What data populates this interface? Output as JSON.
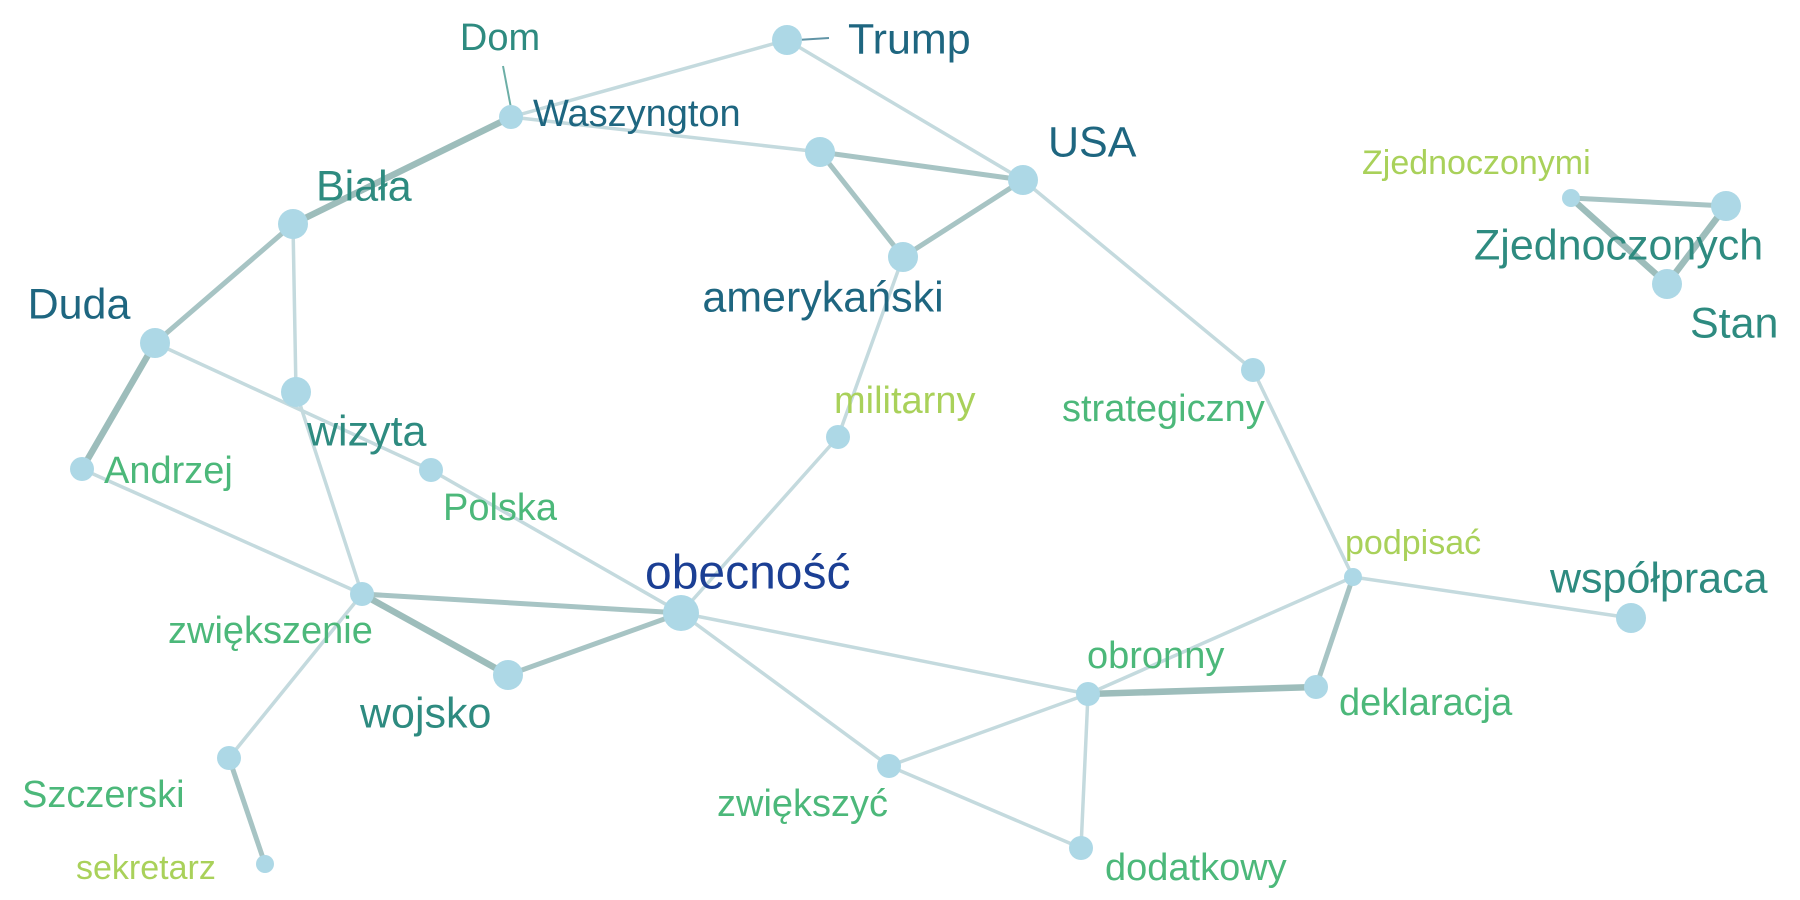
{
  "graph": {
    "node_color": "#add8e6",
    "nodes": [
      {
        "id": "trump",
        "label": "Trump",
        "color": "#1e6680",
        "weight": 3
      },
      {
        "id": "dom",
        "label": "Dom",
        "color": "#2e8b80",
        "weight": 2
      },
      {
        "id": "waszyngton",
        "label": "Waszyngton",
        "color": "#1e6680",
        "weight": 2
      },
      {
        "id": "usa",
        "label": "USA",
        "color": "#1e6680",
        "weight": 3
      },
      {
        "id": "biala",
        "label": "Biała",
        "color": "#2e8b80",
        "weight": 3
      },
      {
        "id": "amerykanski",
        "label": "amerykański",
        "color": "#1e6680",
        "weight": 3
      },
      {
        "id": "us_junction",
        "label": "",
        "color": "#1e6680",
        "weight": 3
      },
      {
        "id": "duda",
        "label": "Duda",
        "color": "#1e6680",
        "weight": 3
      },
      {
        "id": "wizyta",
        "label": "wizyta",
        "color": "#2e8b80",
        "weight": 3
      },
      {
        "id": "andrzej",
        "label": "Andrzej",
        "color": "#4cb87a",
        "weight": 2
      },
      {
        "id": "polska",
        "label": "Polska",
        "color": "#4cb87a",
        "weight": 2
      },
      {
        "id": "militarny",
        "label": "militarny",
        "color": "#a9d15a",
        "weight": 2
      },
      {
        "id": "obecnosc",
        "label": "obecność",
        "color": "#1b3f94",
        "weight": 4
      },
      {
        "id": "zwiekszenie",
        "label": "zwiększenie",
        "color": "#4cb87a",
        "weight": 2
      },
      {
        "id": "wojsko",
        "label": "wojsko",
        "color": "#2e8b80",
        "weight": 3
      },
      {
        "id": "szczerski",
        "label": "Szczerski",
        "color": "#4cb87a",
        "weight": 2
      },
      {
        "id": "sekretarz",
        "label": "sekretarz",
        "color": "#a9d15a",
        "weight": 1
      },
      {
        "id": "zwiekszyc",
        "label": "zwiększyć",
        "color": "#4cb87a",
        "weight": 2
      },
      {
        "id": "obronny",
        "label": "obronny",
        "color": "#4cb87a",
        "weight": 2
      },
      {
        "id": "dodatkowy",
        "label": "dodatkowy",
        "color": "#4cb87a",
        "weight": 2
      },
      {
        "id": "deklaracja",
        "label": "deklaracja",
        "color": "#4cb87a",
        "weight": 2
      },
      {
        "id": "podpisac",
        "label": "podpisać",
        "color": "#a9d15a",
        "weight": 1
      },
      {
        "id": "strategiczny",
        "label": "strategiczny",
        "color": "#4cb87a",
        "weight": 2
      },
      {
        "id": "wspolpraca",
        "label": "współpraca",
        "color": "#2e8b80",
        "weight": 3
      },
      {
        "id": "zjednoczonymi",
        "label": "Zjednoczonymi",
        "color": "#a9d15a",
        "weight": 1
      },
      {
        "id": "zjednoczonych",
        "label": "Zjednoczonych",
        "color": "#2e8b80",
        "weight": 3
      },
      {
        "id": "stan",
        "label": "Stan",
        "color": "#2e8b80",
        "weight": 3
      }
    ],
    "edges": [
      {
        "source": "trump",
        "target": "waszyngton",
        "strength": 1
      },
      {
        "source": "trump",
        "target": "usa",
        "strength": 1
      },
      {
        "source": "dom",
        "target": "waszyngton",
        "strength": 2
      },
      {
        "source": "waszyngton",
        "target": "biala",
        "strength": 3
      },
      {
        "source": "waszyngton",
        "target": "us_junction",
        "strength": 1
      },
      {
        "source": "us_junction",
        "target": "usa",
        "strength": 2
      },
      {
        "source": "us_junction",
        "target": "amerykanski",
        "strength": 2
      },
      {
        "source": "usa",
        "target": "amerykanski",
        "strength": 2
      },
      {
        "source": "usa",
        "target": "strategiczny",
        "strength": 1
      },
      {
        "source": "amerykanski",
        "target": "militarny",
        "strength": 1
      },
      {
        "source": "biala",
        "target": "duda",
        "strength": 2
      },
      {
        "source": "biala",
        "target": "wizyta",
        "strength": 1
      },
      {
        "source": "duda",
        "target": "andrzej",
        "strength": 3
      },
      {
        "source": "duda",
        "target": "polska",
        "strength": 1
      },
      {
        "source": "wizyta",
        "target": "zwiekszenie",
        "strength": 1
      },
      {
        "source": "andrzej",
        "target": "zwiekszenie",
        "strength": 1
      },
      {
        "source": "polska",
        "target": "obecnosc",
        "strength": 1
      },
      {
        "source": "militarny",
        "target": "obecnosc",
        "strength": 1
      },
      {
        "source": "zwiekszenie",
        "target": "obecnosc",
        "strength": 2
      },
      {
        "source": "zwiekszenie",
        "target": "wojsko",
        "strength": 3
      },
      {
        "source": "wojsko",
        "target": "obecnosc",
        "strength": 2
      },
      {
        "source": "zwiekszenie",
        "target": "szczerski",
        "strength": 1
      },
      {
        "source": "szczerski",
        "target": "sekretarz",
        "strength": 2
      },
      {
        "source": "obecnosc",
        "target": "zwiekszyc",
        "strength": 1
      },
      {
        "source": "obecnosc",
        "target": "obronny",
        "strength": 1
      },
      {
        "source": "zwiekszyc",
        "target": "obronny",
        "strength": 1
      },
      {
        "source": "zwiekszyc",
        "target": "dodatkowy",
        "strength": 1
      },
      {
        "source": "obronny",
        "target": "dodatkowy",
        "strength": 1
      },
      {
        "source": "obronny",
        "target": "deklaracja",
        "strength": 3
      },
      {
        "source": "obronny",
        "target": "podpisac",
        "strength": 1
      },
      {
        "source": "deklaracja",
        "target": "podpisac",
        "strength": 2
      },
      {
        "source": "strategiczny",
        "target": "podpisac",
        "strength": 1
      },
      {
        "source": "podpisac",
        "target": "wspolpraca",
        "strength": 1
      },
      {
        "source": "zjednoczonymi",
        "target": "zjednoczonych",
        "strength": 2
      },
      {
        "source": "zjednoczonymi",
        "target": "stan",
        "strength": 3
      },
      {
        "source": "zjednoczonych",
        "target": "stan",
        "strength": 3
      }
    ]
  }
}
